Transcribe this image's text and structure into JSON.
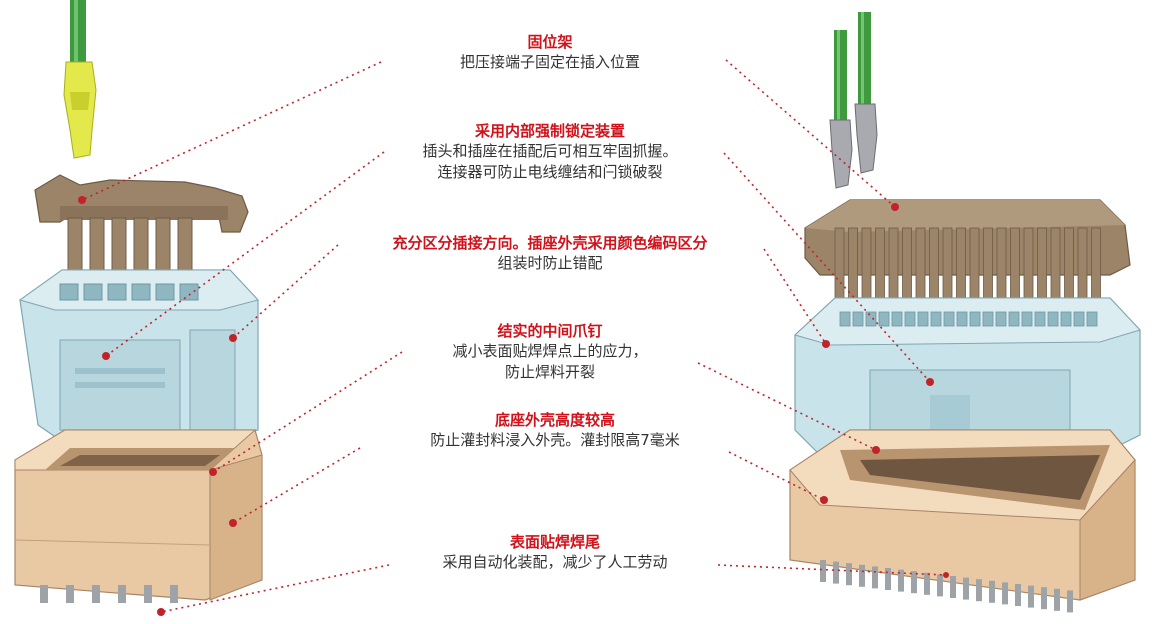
{
  "colors": {
    "title": "#d0121b",
    "desc": "#333333",
    "leader": "#c0242a",
    "housing_light": "#e9c9a4",
    "housing_mid": "#d8b38a",
    "housing_dark": "#a88466",
    "cover_blue": "#c9e3ea",
    "cover_blue_dark": "#8fb7c2",
    "retainer": "#9c8468",
    "retainer_dark": "#6f5b45",
    "wire_green": "#3f9a3f",
    "terminal_yellow": "#e3e94a",
    "terminal_metal": "#a9a9b0",
    "pin_metal": "#9ea3a8"
  },
  "callouts": [
    {
      "id": "retainer",
      "title": "固位架",
      "lines": [
        "把压接端子固定在插入位置"
      ]
    },
    {
      "id": "lock",
      "title": "采用内部强制锁定装置",
      "lines": [
        "插头和插座在插配后可相互牢固抓握。",
        "连接器可防止电线缠结和闩锁破裂"
      ]
    },
    {
      "id": "polarize",
      "title": "充分区分插接方向。插座外壳采用颜色编码区分",
      "lines": [
        "组装时防止错配"
      ]
    },
    {
      "id": "nail",
      "title": "结实的中间爪钉",
      "lines": [
        "减小表面贴焊焊点上的应力，",
        "防止焊料开裂"
      ]
    },
    {
      "id": "height",
      "title": "底座外壳高度较高",
      "lines": [
        "防止灌封料浸入外壳。灌封限高7毫米"
      ]
    },
    {
      "id": "smt",
      "title": "表面贴焊焊尾",
      "lines": [
        "采用自动化装配，减少了人工劳动"
      ]
    }
  ],
  "graphics": {
    "left_assembly": {
      "contacts": 6
    },
    "right_assembly": {
      "contacts": 20
    }
  }
}
